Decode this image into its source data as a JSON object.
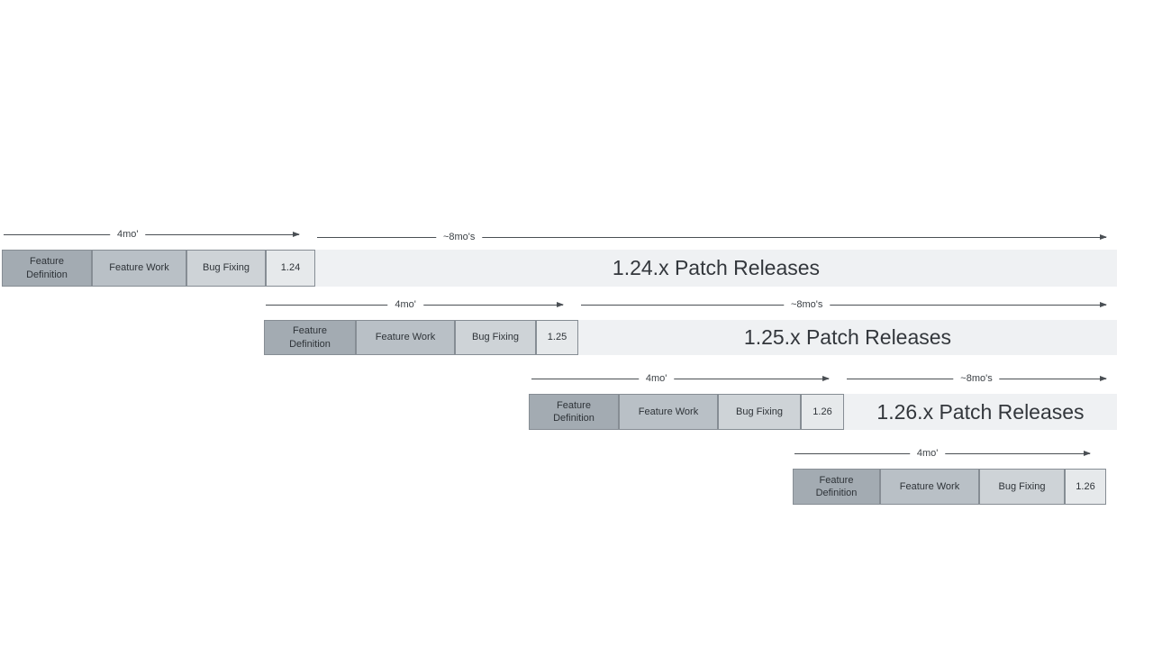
{
  "rows": [
    {
      "dev_arrow_label": "4mo'",
      "patch_arrow_label": "~8mo's",
      "phases": {
        "feature_definition": "Feature Definition",
        "feature_work": "Feature Work",
        "bug_fixing": "Bug Fixing"
      },
      "version": "1.24",
      "patch_release_label": "1.24.x Patch Releases"
    },
    {
      "dev_arrow_label": "4mo'",
      "patch_arrow_label": "~8mo's",
      "phases": {
        "feature_definition": "Feature Definition",
        "feature_work": "Feature Work",
        "bug_fixing": "Bug Fixing"
      },
      "version": "1.25",
      "patch_release_label": "1.25.x Patch Releases"
    },
    {
      "dev_arrow_label": "4mo'",
      "patch_arrow_label": "~8mo's",
      "phases": {
        "feature_definition": "Feature Definition",
        "feature_work": "Feature Work",
        "bug_fixing": "Bug Fixing"
      },
      "version": "1.26",
      "patch_release_label": "1.26.x Patch Releases"
    },
    {
      "dev_arrow_label": "4mo'",
      "phases": {
        "feature_definition": "Feature Definition",
        "feature_work": "Feature Work",
        "bug_fixing": "Bug Fixing"
      },
      "version": "1.26"
    }
  ],
  "colors": {
    "feature_definition": "#a3abb2",
    "feature_work": "#b9c0c6",
    "bug_fixing": "#ced3d7",
    "version_box": "#e6e9eb",
    "patch_bar": "#eff1f3"
  }
}
